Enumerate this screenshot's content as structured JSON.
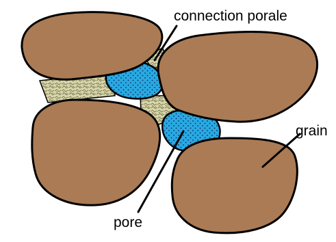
{
  "labels": {
    "connection": "connection porale",
    "grain": "grain",
    "pore": "pore"
  },
  "colors": {
    "grain": "#aa7b55",
    "pore": "#29a9e1",
    "pore_dots": "#0a2a66",
    "cement": "#d8d5a8",
    "outline": "#000000"
  }
}
